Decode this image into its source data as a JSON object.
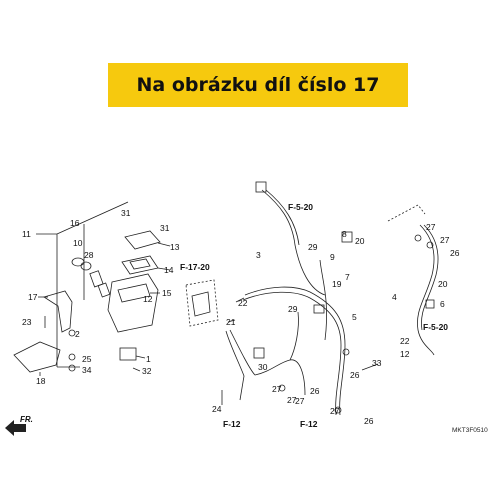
{
  "banner": {
    "text": "Na obrázku díl číslo 17",
    "color": "#f6c90e"
  },
  "diagram_code": "MKT3F0510",
  "direction_label": "FR.",
  "refs": [
    "F-5-20",
    "F-17-20",
    "F-5-20",
    "F-12",
    "F-12"
  ],
  "part_labels": [
    "31",
    "31",
    "13",
    "11",
    "16",
    "10",
    "28",
    "14",
    "15",
    "12",
    "17",
    "23",
    "2",
    "25",
    "34",
    "18",
    "1",
    "32",
    "3",
    "29",
    "8",
    "20",
    "7",
    "9",
    "19",
    "29",
    "5",
    "21",
    "22",
    "30",
    "24",
    "27",
    "27",
    "26",
    "27",
    "26",
    "33",
    "27",
    "26",
    "4",
    "27",
    "27",
    "26",
    "6",
    "20",
    "22",
    "12"
  ]
}
